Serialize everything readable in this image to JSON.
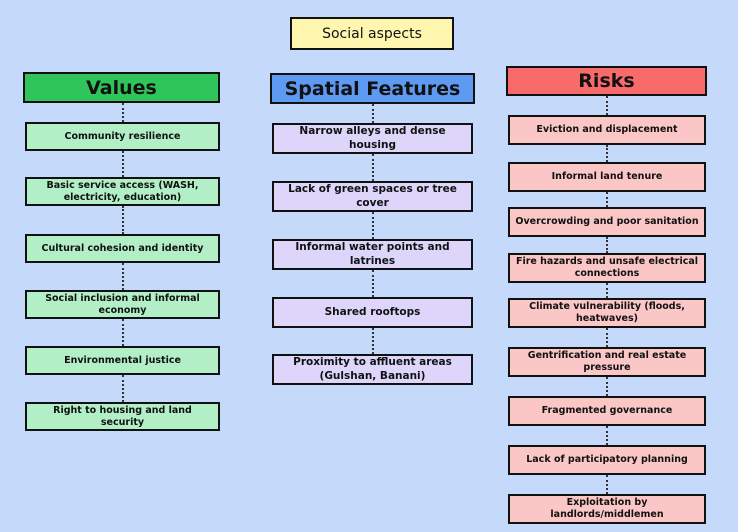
{
  "title": "Social aspects",
  "columns": [
    {
      "key": "values",
      "header": "Values",
      "items": [
        "Community resilience",
        "Basic service access (WASH, electricity, education)",
        "Cultural cohesion and identity",
        "Social inclusion and informal economy",
        "Environmental justice",
        "Right to housing and land security"
      ]
    },
    {
      "key": "spatial",
      "header": "Spatial Features",
      "items": [
        "Narrow alleys and dense housing",
        "Lack of green spaces or tree cover",
        "Informal water points and latrines",
        "Shared rooftops",
        "Proximity to affluent areas (Gulshan, Banani)"
      ]
    },
    {
      "key": "risks",
      "header": "Risks",
      "items": [
        "Eviction and displacement",
        "Informal land tenure",
        "Overcrowding and poor sanitation",
        "Fire hazards and unsafe electrical connections",
        "Climate vulnerability (floods, heatwaves)",
        "Gentrification and real estate pressure",
        "Fragmented governance",
        "Lack of participatory planning",
        "Exploitation by landlords/middlemen"
      ]
    }
  ],
  "colors": {
    "background": "#c5d9fb",
    "title_fill": "#fff6b0",
    "values_header": "#2fc55a",
    "values_item": "#b3efc6",
    "spatial_header": "#5f9af2",
    "spatial_item": "#ddd6fa",
    "risks_header": "#f96b6b",
    "risks_item": "#fbc6c6"
  }
}
